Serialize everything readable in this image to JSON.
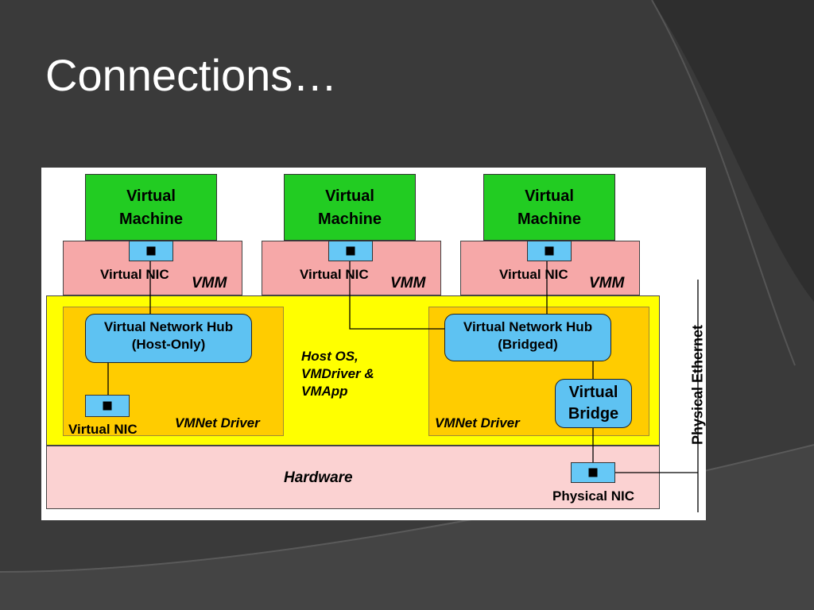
{
  "slide": {
    "title": "Connections…"
  },
  "diagram": {
    "vms": [
      {
        "vm_line1": "Virtual",
        "vm_line2": "Machine",
        "nic_label": "Virtual NIC",
        "vmm_label": "VMM"
      },
      {
        "vm_line1": "Virtual",
        "vm_line2": "Machine",
        "nic_label": "Virtual NIC",
        "vmm_label": "VMM"
      },
      {
        "vm_line1": "Virtual",
        "vm_line2": "Machine",
        "nic_label": "Virtual NIC",
        "vmm_label": "VMM"
      }
    ],
    "host_only": {
      "hub_line1": "Virtual Network Hub",
      "hub_line2": "(Host-Only)",
      "nic_label": "Virtual NIC",
      "driver_label": "VMNet Driver"
    },
    "host_os": {
      "line1": "Host OS,",
      "line2": "VMDriver &",
      "line3": "VMApp"
    },
    "bridged": {
      "hub_line1": "Virtual Network Hub",
      "hub_line2": "(Bridged)",
      "bridge_line1": "Virtual",
      "bridge_line2": "Bridge",
      "driver_label": "VMNet Driver"
    },
    "hardware": {
      "label": "Hardware",
      "nic_label": "Physical NIC"
    },
    "physical_ethernet": "Physical Ethernet",
    "colors": {
      "vm": "#22cc22",
      "vmm": "#f6a8a8",
      "nic": "#66c8f6",
      "host_os": "#ffff00",
      "vmnet": "#ffcc00",
      "hardware": "#fbd2d2"
    }
  }
}
